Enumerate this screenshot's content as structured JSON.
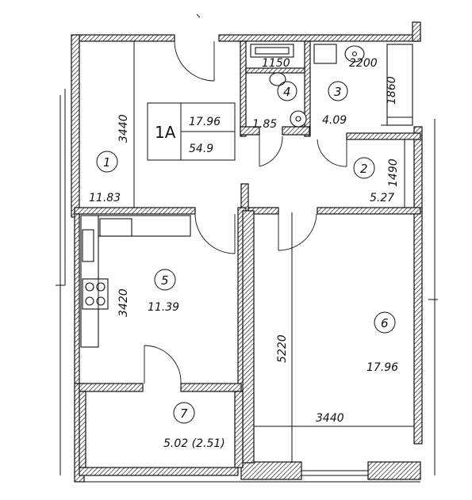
{
  "apartment": {
    "type": "1A",
    "living_area": "17.96",
    "total_area": "54.9"
  },
  "rooms": [
    {
      "num": "1",
      "area": "11.83"
    },
    {
      "num": "2",
      "area": "5.27"
    },
    {
      "num": "3",
      "area": "4.09"
    },
    {
      "num": "4",
      "area": "1.85"
    },
    {
      "num": "5",
      "area": "11.39"
    },
    {
      "num": "6",
      "area": "17.96"
    },
    {
      "num": "7",
      "area": "5.02 (2.51)"
    }
  ],
  "dimensions": {
    "room1_height": "3440",
    "bath4_width": "1150",
    "bath3_width": "2200",
    "bath3_height": "1860",
    "hall_height": "1490",
    "kitchen_height": "3420",
    "bedroom_height": "5220",
    "bedroom_width": "3440"
  }
}
